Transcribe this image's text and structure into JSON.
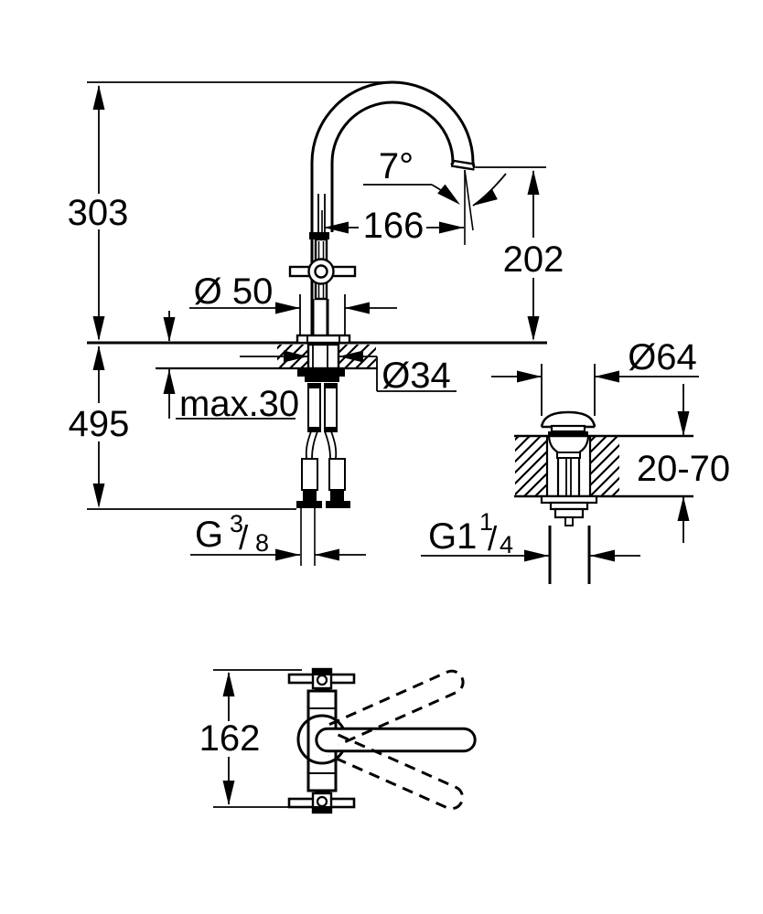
{
  "colors": {
    "line": "#000000",
    "background": "#ffffff"
  },
  "front_view": {
    "height_total": "303",
    "spout_reach": "166",
    "spout_angle": "7°",
    "outlet_height": "202",
    "base_diameter": "Ø 50",
    "deck_hole_diameter": "Ø34",
    "max_deck_thickness": "max.30",
    "supply_hose_length": "495",
    "supply_thread": {
      "prefix": "G",
      "numerator": "3",
      "slash": "/",
      "denominator": "8"
    }
  },
  "drain_view": {
    "plug_diameter": "Ø64",
    "deck_thickness_range": "20-70",
    "drain_thread": {
      "prefix": "G1",
      "numerator": "1",
      "slash": "/",
      "denominator": "4"
    }
  },
  "top_view": {
    "handle_span": "162"
  }
}
